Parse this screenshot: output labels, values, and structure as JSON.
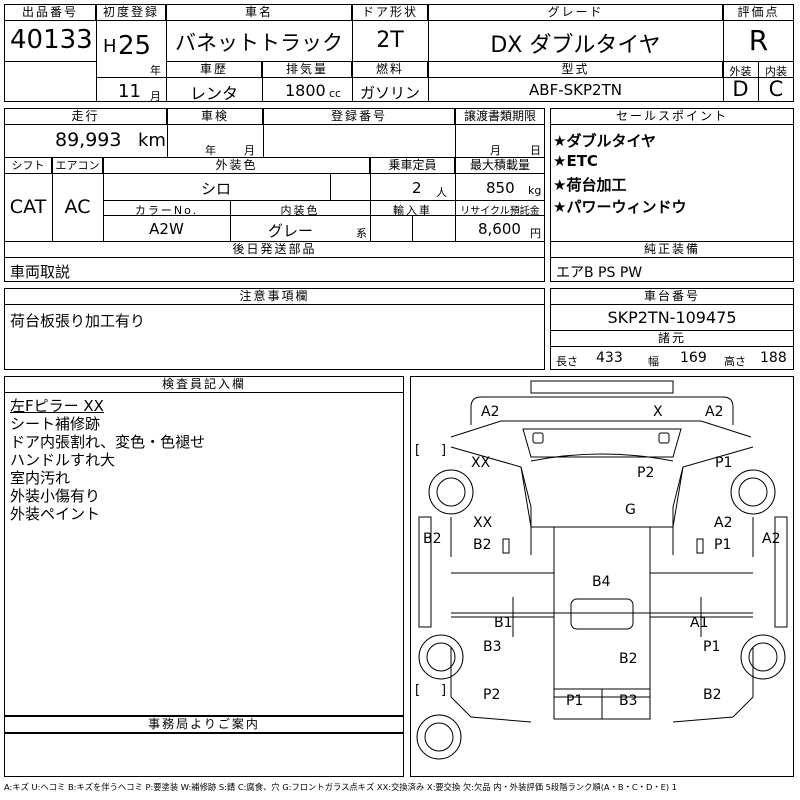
{
  "header": {
    "lot_label": "出品番号",
    "lot_no": "40133",
    "first_reg_label": "初度登録",
    "era": "H",
    "year": "25",
    "year_unit": "年",
    "month": "11",
    "month_unit": "月",
    "car_name_label": "車名",
    "car_name": "バネットトラック",
    "door_label": "ドア形状",
    "door": "2T",
    "grade_label": "グレード",
    "grade": "DX ダブルタイヤ",
    "score_label": "評価点",
    "score": "R",
    "history_label": "車歴",
    "history": "レンタ",
    "displacement_label": "排気量",
    "displacement": "1800",
    "displacement_unit": "cc",
    "fuel_label": "燃料",
    "fuel": "ガソリン",
    "model_label": "型式",
    "model": "ABF-SKP2TN",
    "exterior_label": "外装",
    "exterior_score": "D",
    "interior_label": "内装",
    "interior_score": "C"
  },
  "details": {
    "mileage_label": "走行",
    "mileage": "89,993",
    "mileage_unit": "km",
    "inspection_label": "車検",
    "insp_year_unit": "年",
    "insp_month_unit": "月",
    "reg_no_label": "登録番号",
    "transfer_label": "譲渡書類期限",
    "transfer_month_unit": "月",
    "transfer_day_unit": "日",
    "shift_label": "シフト",
    "shift": "CAT",
    "ac_label": "エアコン",
    "ac": "AC",
    "color_label": "外装色",
    "color": "シロ",
    "capacity_label": "乗車定員",
    "capacity": "2",
    "capacity_unit": "人",
    "load_label": "最大積載量",
    "load": "850",
    "load_unit": "kg",
    "color_no_label": "カラーNo.",
    "color_no": "A2W",
    "int_color_label": "内装色",
    "int_color": "グレー",
    "int_color_unit": "系",
    "import_label": "輸入車",
    "recycle_label": "リサイクル預託金",
    "recycle": "8,600",
    "recycle_unit": "円",
    "later_parts_label": "後日発送部品",
    "later_parts": "車両取説"
  },
  "sales": {
    "title": "セールスポイント",
    "points": [
      "★ダブルタイヤ",
      "★ETC",
      "★荷台加工",
      "★パワーウィンドウ"
    ],
    "equipment_label": "純正装備",
    "equipment": "エアB PS PW"
  },
  "notes": {
    "title": "注意事項欄",
    "text": "荷台板張り加工有り"
  },
  "chassis": {
    "title": "車台番号",
    "number": "SKP2TN-109475",
    "dims_title": "諸元",
    "length_label": "長さ",
    "length": "433",
    "width_label": "幅",
    "width": "169",
    "height_label": "高さ",
    "height": "188"
  },
  "inspector": {
    "title": "検査員記入欄",
    "lines": [
      "左Fピラー XX",
      "シート補修跡",
      "ドア内張割れ、変色・色褪せ",
      "ハンドルすれ大",
      "室内汚れ",
      "外装小傷有り",
      "外装ペイント"
    ]
  },
  "office": {
    "title": "事務局よりご案内"
  },
  "diagram": {
    "marks": [
      "A2",
      "X",
      "A2",
      "XX",
      "P2",
      "P1",
      "G",
      "XX",
      "A2",
      "B2",
      "B2",
      "P1",
      "A2",
      "B4",
      "B1",
      "A1",
      "B3",
      "B2",
      "P1",
      "P2",
      "P1",
      "B3",
      "B2",
      "[",
      "]",
      "[",
      "]"
    ]
  },
  "legend": "A:キズ U:ヘコミ B:キズを伴うヘコミ P:要塗装 W:補修跡 S:錆 C:腐食、穴 G:フロントガラス点キズ XX:交換済み X:要交換 欠:欠品 内・外装評価 5段階ランク順(A・B・C・D・E) 1"
}
